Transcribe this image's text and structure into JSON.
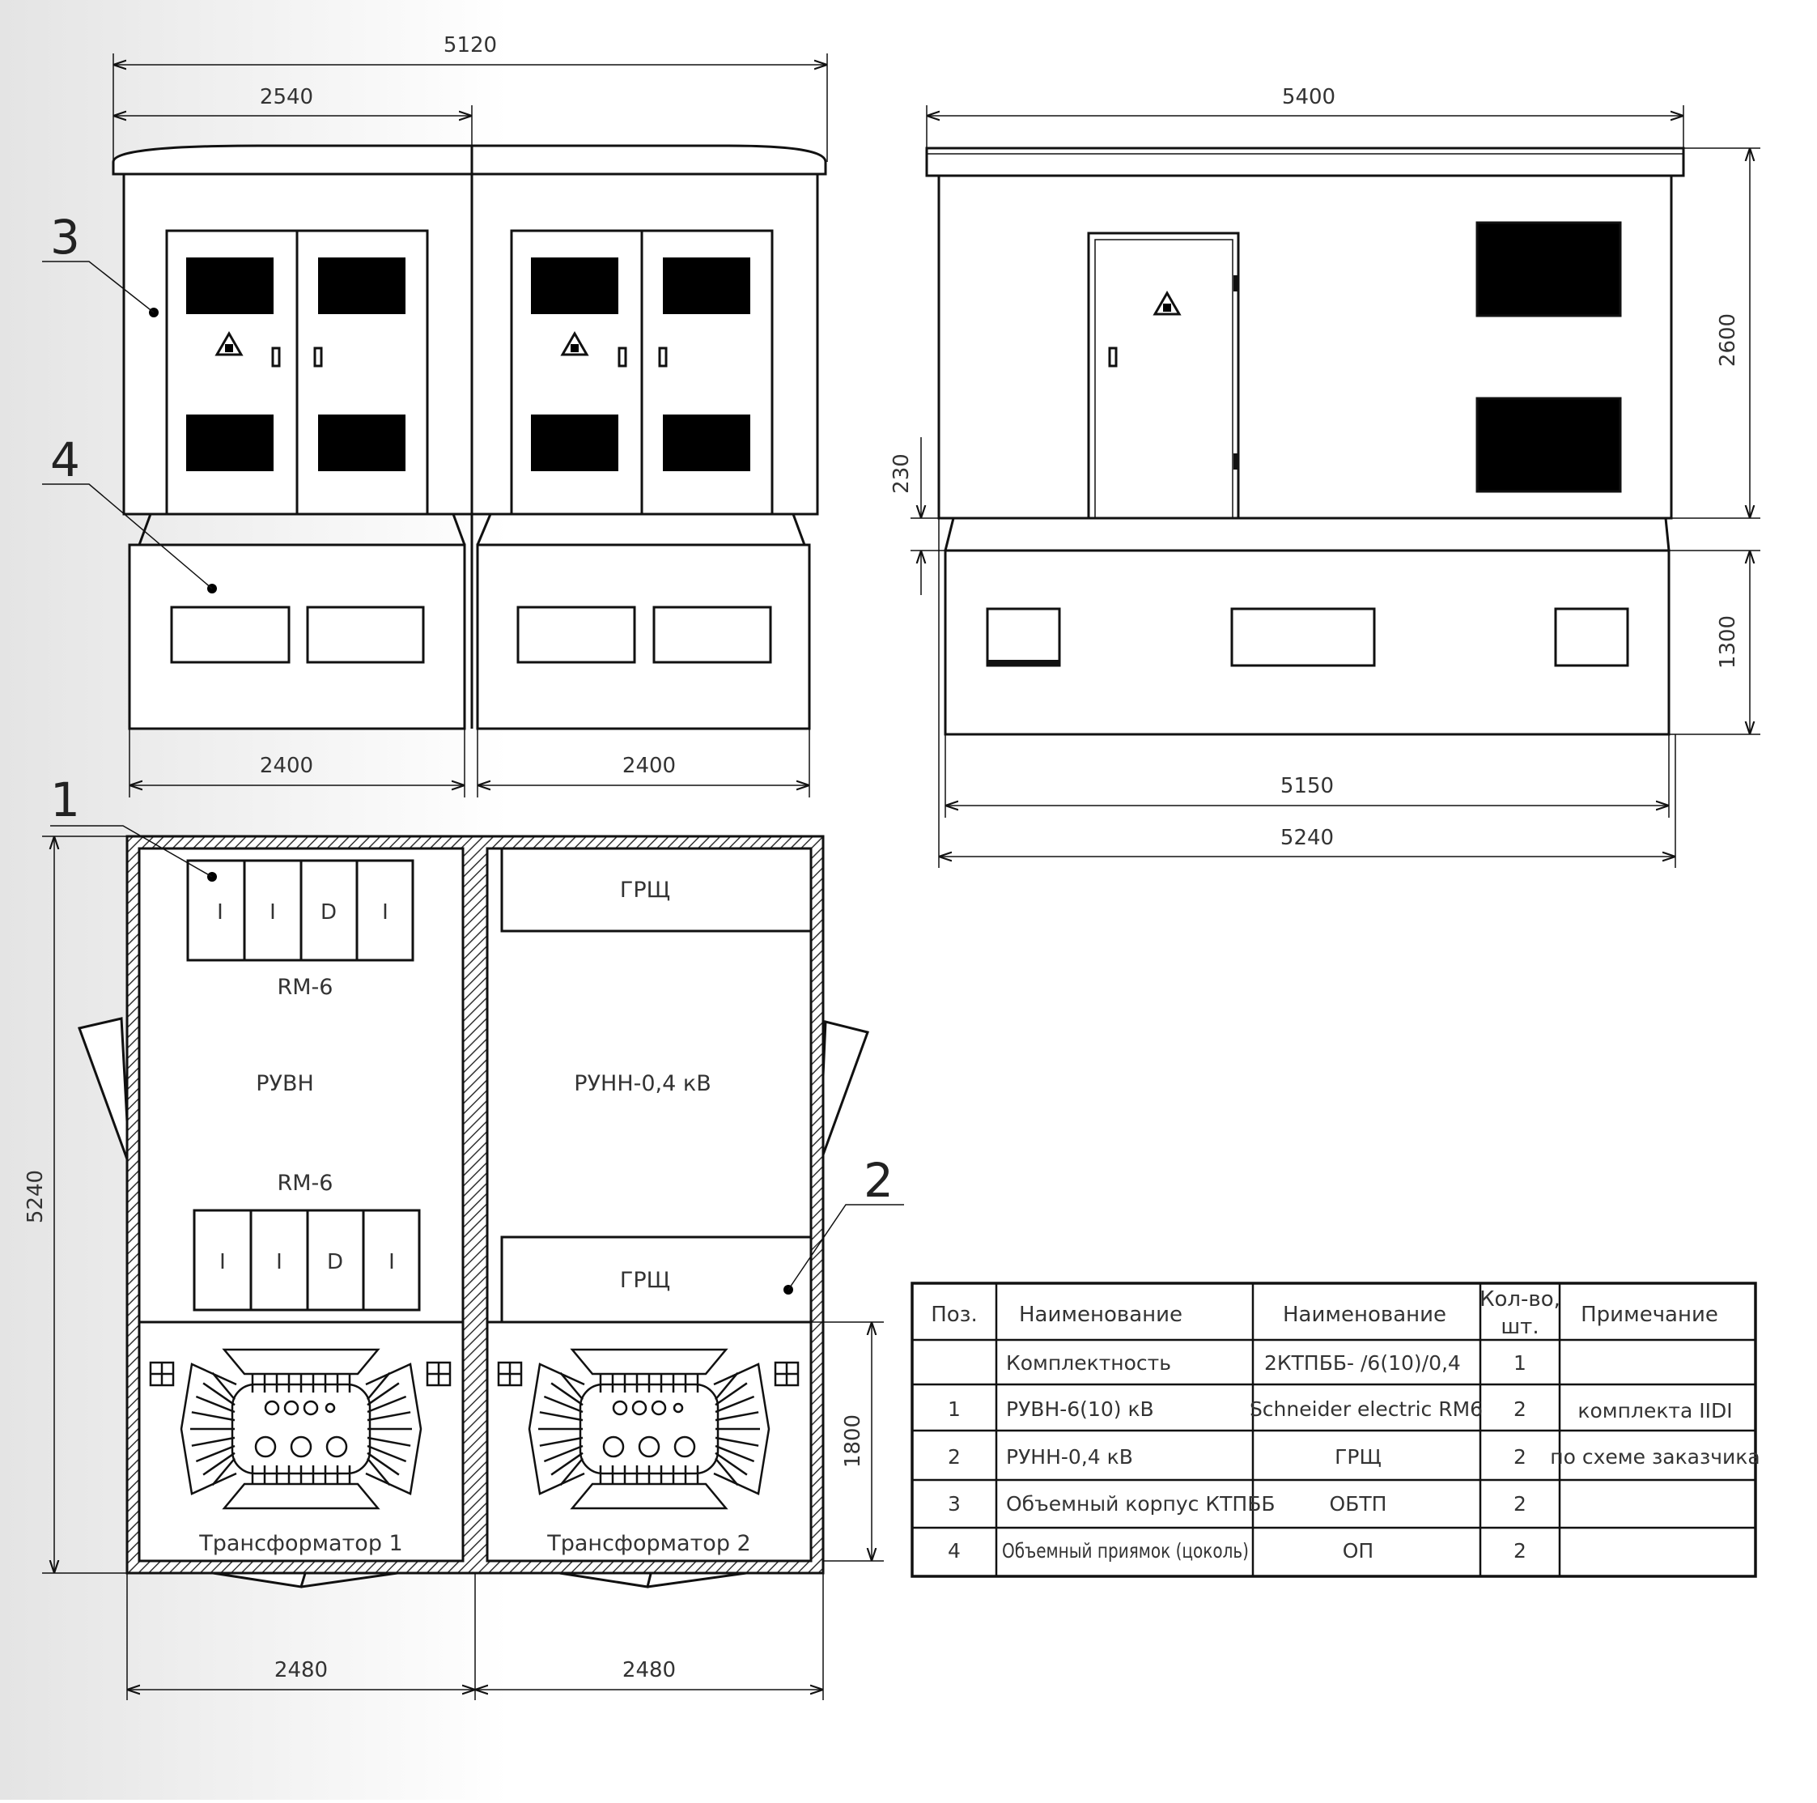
{
  "colors": {
    "ink": "#111111",
    "text": "#333333",
    "hatch": "#333333",
    "background_fade": "#e6e6e6"
  },
  "dimensions": {
    "front_total": "5120",
    "front_half": "2540",
    "front_base_left": "2400",
    "front_base_right": "2400",
    "side_roof": "5400",
    "side_height": "2600",
    "side_gap": "230",
    "side_base_height": "1300",
    "side_base_width": "5150",
    "side_total_width": "5240",
    "plan_length": "5240",
    "plan_transformer_zone": "1800",
    "plan_width_left": "2480",
    "plan_width_right": "2480"
  },
  "position_labels": {
    "p1": "1",
    "p2": "2",
    "p3": "3",
    "p4": "4"
  },
  "plan": {
    "rm6_top": "RM-6",
    "ruvn": "РУВН",
    "rm6_bottom": "RM-6",
    "cells": [
      "I",
      "I",
      "D",
      "I"
    ],
    "grsch_top": "ГРЩ",
    "runn": "РУНН-0,4 кВ",
    "grsch_bottom": "ГРЩ",
    "transformer_1": "Трансформатор 1",
    "transformer_2": "Трансформатор 2"
  },
  "spec_table": {
    "headers": [
      "Поз.",
      "Наименование",
      "Наименование",
      "Кол-во,",
      "шт.",
      "Примечание"
    ],
    "rows": [
      {
        "pos": "",
        "name": "Комплектность",
        "type": "2КТПББ- /6(10)/0,4",
        "qty": "1",
        "note": ""
      },
      {
        "pos": "1",
        "name": "РУВН-6(10) кВ",
        "type": "Schneider electric RM6",
        "qty": "2",
        "note": "комплекта IIDI"
      },
      {
        "pos": "2",
        "name": "РУНН-0,4 кВ",
        "type": "ГРЩ",
        "qty": "2",
        "note": "по схеме заказчика"
      },
      {
        "pos": "3",
        "name": "Объемный корпус КТПББ",
        "type": "ОБТП",
        "qty": "2",
        "note": ""
      },
      {
        "pos": "4",
        "name": "Объемный приямок (цоколь)",
        "type": "ОП",
        "qty": "2",
        "note": ""
      }
    ]
  }
}
